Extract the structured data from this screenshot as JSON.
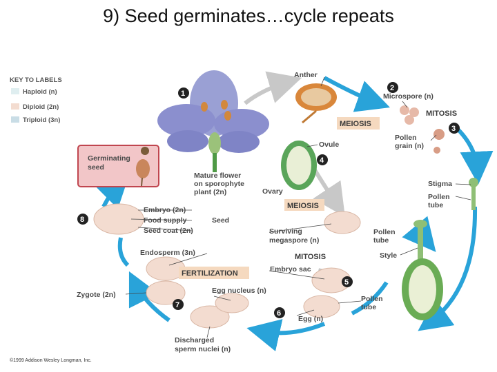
{
  "title": "9) Seed germinates…cycle repeats",
  "key": {
    "heading": "KEY TO LABELS",
    "items": [
      {
        "label": "Haploid (n)",
        "color": "#dfeef0"
      },
      {
        "label": "Diploid (2n)",
        "color": "#f3dcd0"
      },
      {
        "label": "Triploid (3n)",
        "color": "#c9dde6"
      }
    ]
  },
  "steps": [
    "1",
    "2",
    "3",
    "4",
    "5",
    "6",
    "7",
    "8"
  ],
  "stages": {
    "meiosis_top": "MEIOSIS",
    "meiosis_mid": "MEIOSIS",
    "mitosis_top": "MITOSIS",
    "mitosis_mid": "MITOSIS",
    "fertilization": "FERTILIZATION"
  },
  "labels": {
    "anther": "Anther",
    "microspore": "Microspore (n)",
    "pollen_grain_1": "Pollen",
    "pollen_grain_2": "grain (n)",
    "ovule": "Ovule",
    "mature_flower_1": "Mature flower",
    "mature_flower_2": "on sporophyte",
    "mature_flower_3": "plant (2n)",
    "ovary": "Ovary",
    "germinating_1": "Germinating",
    "germinating_2": "seed",
    "stigma": "Stigma",
    "pollen_tube_top_1": "Pollen",
    "pollen_tube_top_2": "tube",
    "embryo": "Embryo (2n)",
    "food_supply": "Food supply",
    "seed_coat": "Seed coat (2n)",
    "seed": "Seed",
    "surviving_1": "Surviving",
    "surviving_2": "megaspore (n)",
    "pollen_tube_mid_1": "Pollen",
    "pollen_tube_mid_2": "tube",
    "style": "Style",
    "endosperm": "Endosperm (3n)",
    "embryo_sac": "Embryo sac",
    "zygote": "Zygote (2n)",
    "egg_nucleus": "Egg nucleus (n)",
    "pollen_tube_bot_1": "Pollen",
    "pollen_tube_bot_2": "tube",
    "egg": "Egg (n)",
    "discharged_1": "Discharged",
    "discharged_2": "sperm nuclei (n)"
  },
  "copyright": "©1999 Addison Wesley Longman, Inc.",
  "colors": {
    "arrow": "#29a3d9",
    "arrow_gray": "#c8c8c8",
    "stage_box": "#f5d9bf",
    "number_circle": "#222222",
    "germ_box": "#f2c6c8",
    "germ_border": "#c0464f"
  }
}
